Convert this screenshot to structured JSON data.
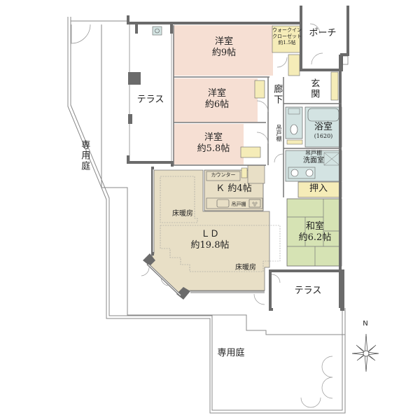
{
  "plan": {
    "colors": {
      "western_room": "#f6dfd3",
      "ld": "#e8dfc6",
      "washitsu": "#d6e3b4",
      "wet_area": "#d3e3e2",
      "storage": "#f5ecb8",
      "wall": "#6b6b6b",
      "line": "#777777"
    },
    "rooms": {
      "yoshitsu1": {
        "name": "洋室",
        "size": "約9帖"
      },
      "yoshitsu2": {
        "name": "洋室",
        "size": "約6帖"
      },
      "yoshitsu3": {
        "name": "洋室",
        "size": "約5.8帖"
      },
      "walkin": {
        "line1": "ウォークイン",
        "line2": "クローゼット",
        "size": "約1.5帖"
      },
      "ld": {
        "name": "ＬＤ",
        "size": "約19.8帖"
      },
      "kitchen": {
        "name": "Ｋ 約4帖"
      },
      "washitsu": {
        "name": "和室",
        "size": "約6.2帖"
      },
      "bath": {
        "name": "浴室",
        "size": "(1620)"
      },
      "senmen": {
        "name": "洗面室",
        "note": "吊戸棚"
      },
      "oshiire": {
        "name": "押入"
      },
      "genkan": {
        "name": "玄関"
      },
      "roka": {
        "name": "廊下"
      },
      "porch": {
        "name": "ポーチ"
      }
    },
    "labels": {
      "terrace_left": "テラス",
      "terrace_right": "テラス",
      "garden_left": "専用庭",
      "garden_bottom": "専用庭",
      "floor_heating_1": "床暖房",
      "floor_heating_2": "床暖房",
      "counter": "カウンター",
      "kitchen_cabinet": "吊戸棚",
      "hall_cabinet": "吊戸棚"
    },
    "compass": {
      "north": "N"
    }
  }
}
